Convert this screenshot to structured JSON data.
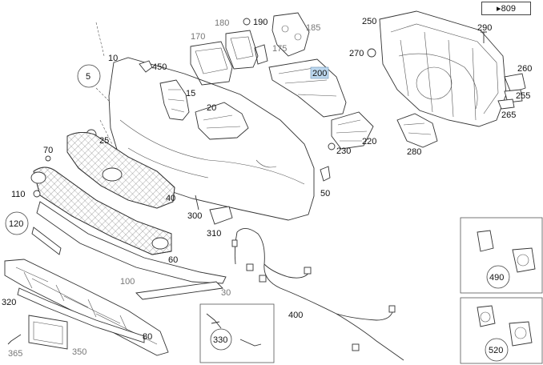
{
  "reference": {
    "arrow": "▸",
    "page": "809"
  },
  "labels": {
    "p5": "5",
    "p10": "10",
    "p15": "15",
    "p20": "20",
    "p25": "25",
    "p30": "30",
    "p40": "40",
    "p50": "50",
    "p60": "60",
    "p70": "70",
    "p80": "80",
    "p100": "100",
    "p110": "110",
    "p120": "120",
    "p170": "170",
    "p175": "175",
    "p180": "180",
    "p185": "185",
    "p190": "190",
    "p200": "200",
    "p220": "220",
    "p230": "230",
    "p250": "250",
    "p255": "255",
    "p260": "260",
    "p265": "265",
    "p270": "270",
    "p280": "280",
    "p290": "290",
    "p300": "300",
    "p310": "310",
    "p320": "320",
    "p330": "330",
    "p350": "350",
    "p365": "365",
    "p400": "400",
    "p450": "450",
    "p490": "490",
    "p520": "520"
  },
  "colors": {
    "highlight": "#bcd7ee",
    "line": "#333333",
    "grey_label": "#777777"
  }
}
